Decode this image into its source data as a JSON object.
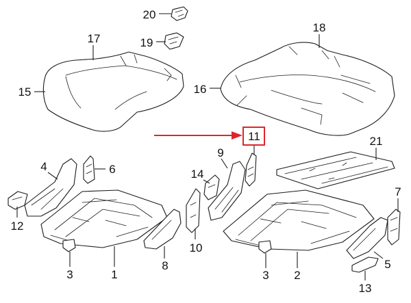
{
  "diagram": {
    "colors": {
      "line": "#1a1a1a",
      "highlight": "#e0242a"
    },
    "highlighted_part": "11",
    "callouts": [
      {
        "id": "c20",
        "label": "20"
      },
      {
        "id": "c19",
        "label": "19"
      },
      {
        "id": "c17",
        "label": "17"
      },
      {
        "id": "c18",
        "label": "18"
      },
      {
        "id": "c15",
        "label": "15"
      },
      {
        "id": "c16",
        "label": "16"
      },
      {
        "id": "c11",
        "label": "11"
      },
      {
        "id": "c9",
        "label": "9"
      },
      {
        "id": "c21",
        "label": "21"
      },
      {
        "id": "c4",
        "label": "4"
      },
      {
        "id": "c6",
        "label": "6"
      },
      {
        "id": "c14",
        "label": "14"
      },
      {
        "id": "c7",
        "label": "7"
      },
      {
        "id": "c12",
        "label": "12"
      },
      {
        "id": "c10",
        "label": "10"
      },
      {
        "id": "c5",
        "label": "5"
      },
      {
        "id": "c8",
        "label": "8"
      },
      {
        "id": "c3a",
        "label": "3"
      },
      {
        "id": "c1",
        "label": "1"
      },
      {
        "id": "c3b",
        "label": "3"
      },
      {
        "id": "c2",
        "label": "2"
      },
      {
        "id": "c13",
        "label": "13"
      }
    ]
  }
}
